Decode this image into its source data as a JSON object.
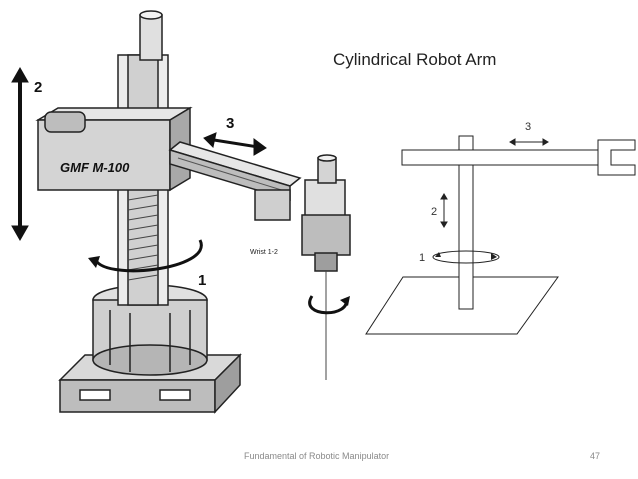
{
  "slide": {
    "title": "Cylindrical Robot Arm",
    "footer_text": "Fundamental of Robotic Manipulator",
    "page_number": "47"
  },
  "photo": {
    "model_label": "GMF M-100",
    "axis_labels": [
      "1",
      "2",
      "3"
    ],
    "wrist_label": "Wrist 1-2"
  },
  "schematic": {
    "axis_labels": [
      "1",
      "2",
      "3"
    ]
  }
}
